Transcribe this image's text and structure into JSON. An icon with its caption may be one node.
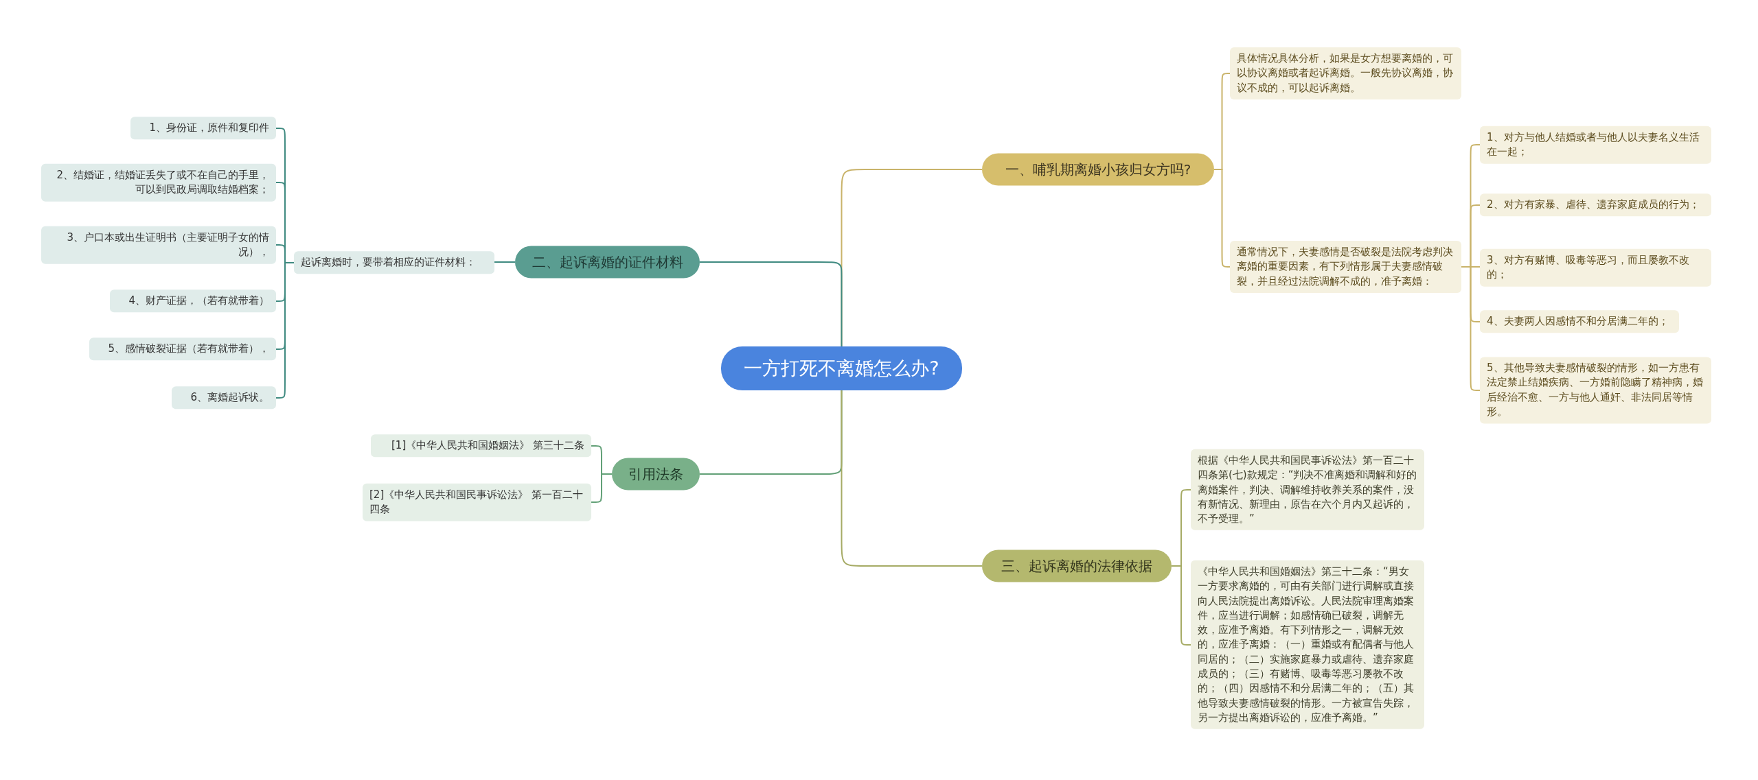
{
  "diagram": {
    "nodes": [
      {
        "text": [
          "一方打死不离婚怎么办?"
        ]
      },
      {
        "text": [
          "一、哺乳期离婚小孩归女方吗?"
        ]
      },
      {
        "text": [
          "具体情况具体分析，如果是女方想要离婚的，可以协议离婚或者起诉离婚。一般先协议离婚，协议不成的，可以起诉离婚。"
        ]
      },
      {
        "text": [
          "通常情况下，夫妻感情是否破裂是法院考虑判决离婚的重要因素，有下列情形属于夫妻感情破裂，并且经过法院调解不成的，准予离婚："
        ]
      },
      {
        "text": [
          "1、对方与他人结婚或者与他人以夫妻名义生活在一起；"
        ]
      },
      {
        "text": [
          "2、对方有家暴、虐待、遗弃家庭成员的行为；"
        ]
      },
      {
        "text": [
          "3、对方有赌博、吸毒等恶习，而且屡教不改的；"
        ]
      },
      {
        "text": [
          "4、夫妻两人因感情不和分居满二年的；"
        ]
      },
      {
        "text": [
          "5、其他导致夫妻感情破裂的情形，如一方患有法定禁止结婚疾病、一方婚前隐瞒了精神病，婚后经治不愈、一方与他人通奸、非法同居等情形。"
        ]
      },
      {
        "text": [
          "二、起诉离婚的证件材料"
        ]
      },
      {
        "text": [
          "起诉离婚时，要带着相应的证件材料："
        ]
      },
      {
        "text": [
          "1、身份证，原件和复印件"
        ]
      },
      {
        "text": [
          "2、结婚证，结婚证丢失了或不在自己的手里，可以到民政局调取结婚档案；"
        ]
      },
      {
        "text": [
          "3、户口本或出生证明书（主要证明子女的情况），"
        ]
      },
      {
        "text": [
          "4、财产证据，（若有就带着）"
        ]
      },
      {
        "text": [
          "5、感情破裂证据（若有就带着），"
        ]
      },
      {
        "text": [
          "6、离婚起诉状。"
        ]
      },
      {
        "text": [
          "引用法条"
        ]
      },
      {
        "text": [
          "[1]《中华人民共和国婚姻法》 第三十二条"
        ]
      },
      {
        "text": [
          "[2]《中华人民共和国民事诉讼法》 第一百二十四条"
        ]
      },
      {
        "text": [
          "三、起诉离婚的法律依据"
        ]
      },
      {
        "text": [
          "根据《中华人民共和国民事诉讼法》第一百二十四条第(七)款规定：“判决不准离婚和调解和好的离婚案件，判决、调解维持收养关系的案件，没有新情况、新理由，原告在六个月内又起诉的，不予受理。”"
        ]
      },
      {
        "text": [
          "《中华人民共和国婚姻法》第三十二条：“男女一方要求离婚的，可由有关部门进行调解或直接向人民法院提出离婚诉讼。人民法院审理离婚案件，应当进行调解；如感情确已破裂，调解无效，应准予离婚。有下列情形之一，调解无效的，应准予离婚：（一）重婚或有配偶者与他人同居的；（二）实施家庭暴力或虐待、遗弃家庭成员的；（三）有赌博、吸毒等恶习屡教不改的；（四）因感情不和分居满二年的；（五）其他导致夫妻感情破裂的情形。一方被宣告失踪，另一方提出离婚诉讼的，应准予离婚。”"
        ]
      }
    ],
    "edges": [
      {
        "from": 0,
        "to": 1,
        "arrow": "none",
        "color": "#c9b36a"
      },
      {
        "from": 1,
        "to": 2,
        "arrow": "none",
        "color": "#c9b36a"
      },
      {
        "from": 1,
        "to": 3,
        "arrow": "none",
        "color": "#c9b36a"
      },
      {
        "from": 3,
        "to": 4,
        "arrow": "none",
        "color": "#c9b36a"
      },
      {
        "from": 3,
        "to": 5,
        "arrow": "none",
        "color": "#c9b36a"
      },
      {
        "from": 3,
        "to": 6,
        "arrow": "none",
        "color": "#c9b36a"
      },
      {
        "from": 3,
        "to": 7,
        "arrow": "none",
        "color": "#c9b36a"
      },
      {
        "from": 3,
        "to": 8,
        "arrow": "none",
        "color": "#c9b36a"
      },
      {
        "from": 0,
        "to": 9,
        "arrow": "none",
        "color": "#3f8a80"
      },
      {
        "from": 9,
        "to": 10,
        "arrow": "none",
        "color": "#3f8a80"
      },
      {
        "from": 10,
        "to": 11,
        "arrow": "none",
        "color": "#3f8a80"
      },
      {
        "from": 10,
        "to": 12,
        "arrow": "none",
        "color": "#3f8a80"
      },
      {
        "from": 10,
        "to": 13,
        "arrow": "none",
        "color": "#3f8a80"
      },
      {
        "from": 10,
        "to": 14,
        "arrow": "none",
        "color": "#3f8a80"
      },
      {
        "from": 10,
        "to": 15,
        "arrow": "none",
        "color": "#3f8a80"
      },
      {
        "from": 10,
        "to": 16,
        "arrow": "none",
        "color": "#3f8a80"
      },
      {
        "from": 0,
        "to": 17,
        "arrow": "none",
        "color": "#62a077"
      },
      {
        "from": 17,
        "to": 18,
        "arrow": "none",
        "color": "#62a077"
      },
      {
        "from": 17,
        "to": 19,
        "arrow": "none",
        "color": "#62a077"
      },
      {
        "from": 0,
        "to": 20,
        "arrow": "none",
        "color": "#a6ab65"
      },
      {
        "from": 20,
        "to": 21,
        "arrow": "none",
        "color": "#a6ab65"
      },
      {
        "from": 20,
        "to": 22,
        "arrow": "none",
        "color": "#a6ab65"
      }
    ]
  }
}
